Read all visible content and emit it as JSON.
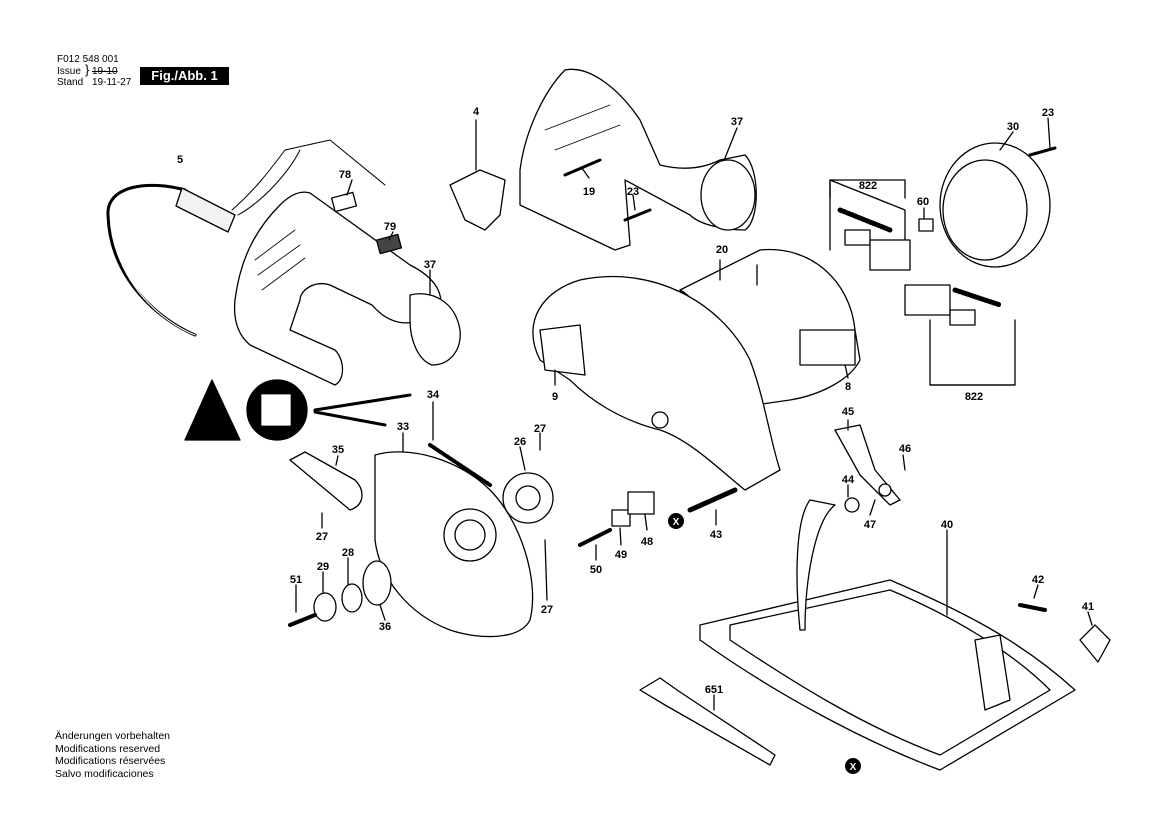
{
  "header": {
    "doc_number": "F012 548 001",
    "issue_label": "Issue",
    "stand_label": "Stand",
    "issue_date_struck": "19-10",
    "stand_date": "19-11-27",
    "figure_label": "Fig./Abb. 1"
  },
  "notes": [
    "Änderungen vorbehalten",
    "Modifications reserved",
    "Modifications réservées",
    "Salvo modificaciones"
  ],
  "part_labels": [
    "5",
    "78",
    "79",
    "37",
    "4",
    "37",
    "19",
    "23",
    "20",
    "822",
    "30",
    "23",
    "60",
    "822",
    "9",
    "8",
    "34",
    "33",
    "26",
    "27",
    "45",
    "46",
    "44",
    "47",
    "43",
    "48",
    "49",
    "50",
    "35",
    "27",
    "28",
    "29",
    "51",
    "36",
    "27",
    "40",
    "42",
    "41",
    "651"
  ],
  "markers": {
    "x_marker": "X"
  },
  "colors": {
    "line": "#000000",
    "paper": "#ffffff",
    "warning": "#000000"
  },
  "icons": [
    "warning-triangle-icon",
    "read-manual-icon"
  ]
}
